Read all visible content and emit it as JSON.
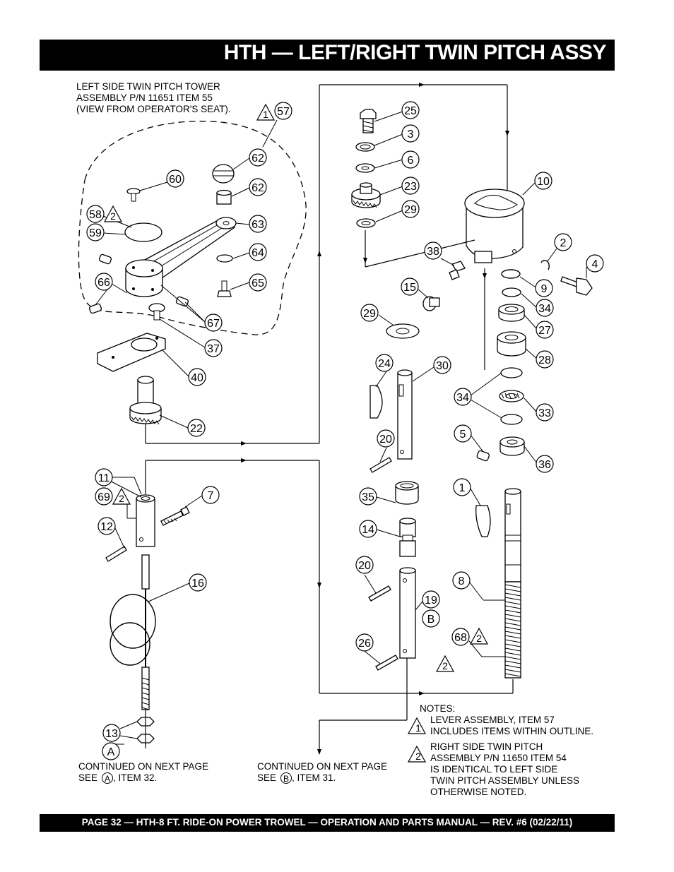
{
  "header": {
    "title": "HTH — LEFT/RIGHT TWIN PITCH ASSY"
  },
  "footer": {
    "text": "PAGE 32 — HTH-8 FT.   RIDE-ON POWER TROWEL — OPERATION AND PARTS MANUAL — REV. #6 (02/22/11)"
  },
  "tower_label": {
    "line1": "LEFT SIDE TWIN PITCH TOWER",
    "line2": "ASSEMBLY P/N 11651 ITEM 55",
    "line3": "(VIEW FROM OPERATOR'S SEAT)."
  },
  "continued_a": {
    "line1": "CONTINUED ON NEXT PAGE",
    "see": "SEE",
    "ref": "A",
    "item": ", ITEM 32."
  },
  "continued_b": {
    "line1": "CONTINUED ON NEXT PAGE",
    "see": "SEE",
    "ref": "B",
    "item": ", ITEM 31."
  },
  "notes": {
    "heading": "NOTES:",
    "note1_num": "1",
    "note1_line1": "LEVER ASSEMBLY, ITEM 57",
    "note1_line2": "INCLUDES ITEMS WITHIN OUTLINE.",
    "note2_num": "2",
    "note2_line1": "RIGHT SIDE TWIN PITCH",
    "note2_line2": "ASSEMBLY P/N 11650 ITEM 54",
    "note2_line3": "IS IDENTICAL TO LEFT SIDE",
    "note2_line4": "TWIN PITCH ASSEMBLY UNLESS",
    "note2_line5": "OTHERWISE NOTED."
  },
  "callouts": {
    "c57": "57",
    "c62a": "62",
    "c60": "60",
    "c62b": "62",
    "c58": "58",
    "c59": "59",
    "c63": "63",
    "c64": "64",
    "c66": "66",
    "c65": "65",
    "c67": "67",
    "c37": "37",
    "c40": "40",
    "c22": "22",
    "c25": "25",
    "c3": "3",
    "c6": "6",
    "c23": "23",
    "c29a": "29",
    "c10": "10",
    "c38": "38",
    "c2": "2",
    "c4": "4",
    "c15": "15",
    "c9": "9",
    "c34a": "34",
    "c29b": "29",
    "c27": "27",
    "c28": "28",
    "c24": "24",
    "c30": "30",
    "c34b": "34",
    "c33": "33",
    "c5": "5",
    "c20a": "20",
    "c36": "36",
    "c11": "11",
    "c69": "69",
    "c7": "7",
    "c1": "1",
    "c35": "35",
    "c12": "12",
    "c14": "14",
    "c16": "16",
    "c20b": "20",
    "c8": "8",
    "c19": "19",
    "cB": "B",
    "c26": "26",
    "c68": "68",
    "c13": "13",
    "cA": "A"
  },
  "triangles": {
    "t57": "1",
    "t58": "2",
    "t69": "2",
    "t68": "2",
    "t_free": "2"
  }
}
